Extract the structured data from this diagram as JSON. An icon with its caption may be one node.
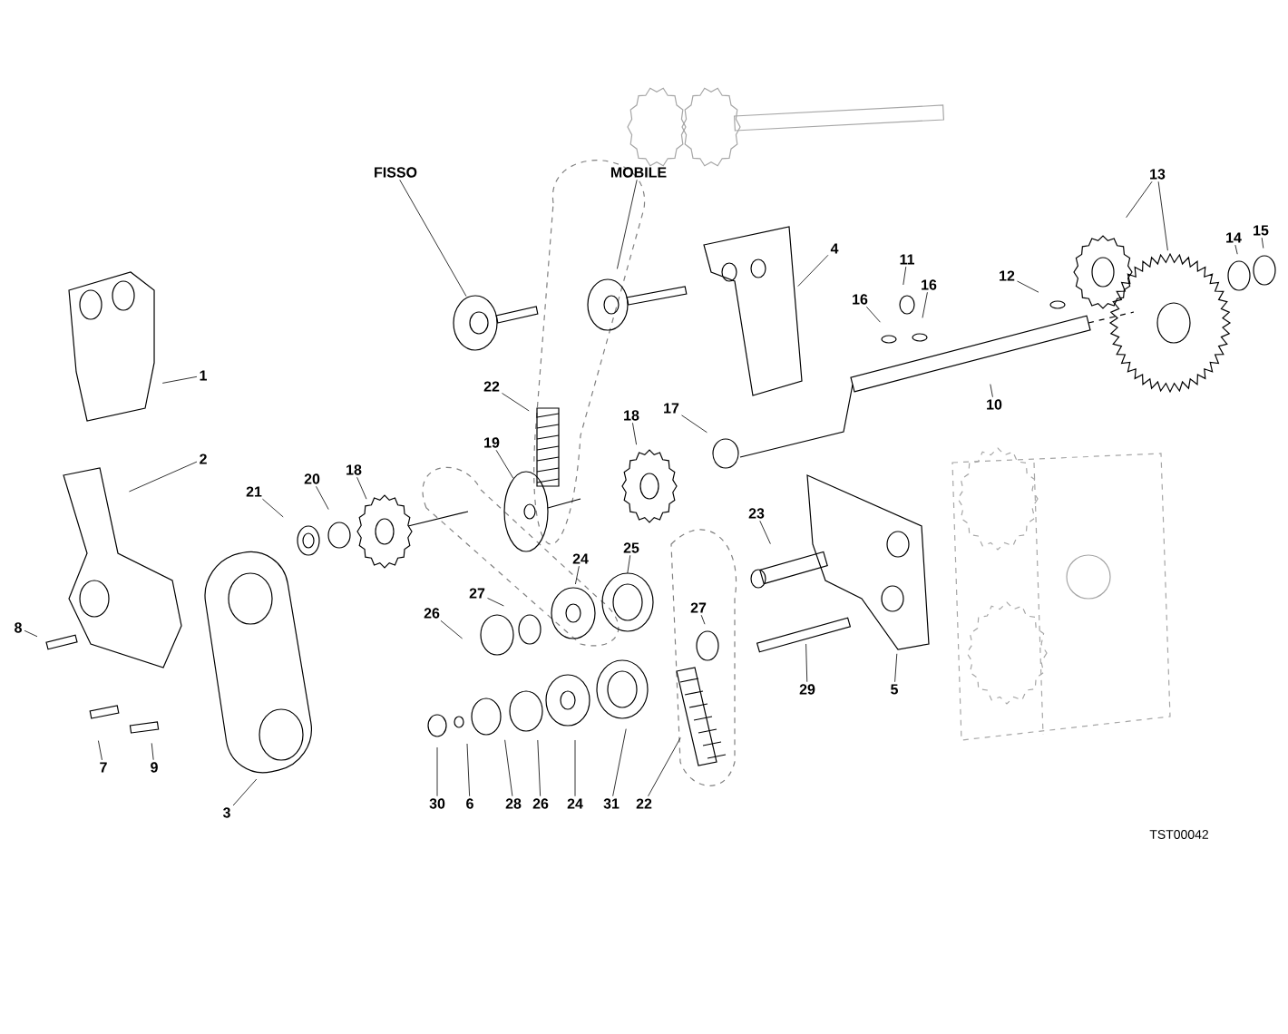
{
  "diagram": {
    "nodes": [
      {
        "text": [
          "FISSO"
        ]
      },
      {
        "text": [
          "MOBILE"
        ]
      },
      {
        "text": [
          "13"
        ]
      },
      {
        "text": [
          "14"
        ]
      },
      {
        "text": [
          "15"
        ]
      },
      {
        "text": [
          "4"
        ]
      },
      {
        "text": [
          "11"
        ]
      },
      {
        "text": [
          "16"
        ]
      },
      {
        "text": [
          "12"
        ]
      },
      {
        "text": [
          "16"
        ]
      },
      {
        "text": [
          "1"
        ]
      },
      {
        "text": [
          "22"
        ]
      },
      {
        "text": [
          "10"
        ]
      },
      {
        "text": [
          "17"
        ]
      },
      {
        "text": [
          "18"
        ]
      },
      {
        "text": [
          "19"
        ]
      },
      {
        "text": [
          "2"
        ]
      },
      {
        "text": [
          "18"
        ]
      },
      {
        "text": [
          "20"
        ]
      },
      {
        "text": [
          "21"
        ]
      },
      {
        "text": [
          "23"
        ]
      },
      {
        "text": [
          "25"
        ]
      },
      {
        "text": [
          "24"
        ]
      },
      {
        "text": [
          "27"
        ]
      },
      {
        "text": [
          "26"
        ]
      },
      {
        "text": [
          "27"
        ]
      },
      {
        "text": [
          "8"
        ]
      },
      {
        "text": [
          "29"
        ]
      },
      {
        "text": [
          "5"
        ]
      },
      {
        "text": [
          "7"
        ]
      },
      {
        "text": [
          "9"
        ]
      },
      {
        "text": [
          "30"
        ]
      },
      {
        "text": [
          "6"
        ]
      },
      {
        "text": [
          "28"
        ]
      },
      {
        "text": [
          "26"
        ]
      },
      {
        "text": [
          "24"
        ]
      },
      {
        "text": [
          "31"
        ]
      },
      {
        "text": [
          "22"
        ]
      },
      {
        "text": [
          "3"
        ]
      }
    ],
    "edges": [
      {
        "from": 0,
        "to": null,
        "arrow": "none"
      },
      {
        "from": 1,
        "to": null,
        "arrow": "none"
      },
      {
        "from": 2,
        "to": null,
        "arrow": "none"
      },
      {
        "from": 2,
        "to": null,
        "arrow": "none"
      },
      {
        "from": 3,
        "to": null,
        "arrow": "none"
      },
      {
        "from": 4,
        "to": null,
        "arrow": "none"
      },
      {
        "from": 5,
        "to": null,
        "arrow": "none"
      },
      {
        "from": 6,
        "to": null,
        "arrow": "none"
      },
      {
        "from": 7,
        "to": null,
        "arrow": "none"
      },
      {
        "from": 8,
        "to": null,
        "arrow": "none"
      },
      {
        "from": 9,
        "to": null,
        "arrow": "none"
      },
      {
        "from": 10,
        "to": null,
        "arrow": "none"
      },
      {
        "from": 11,
        "to": null,
        "arrow": "none"
      },
      {
        "from": 12,
        "to": null,
        "arrow": "none"
      },
      {
        "from": 13,
        "to": null,
        "arrow": "none"
      },
      {
        "from": 14,
        "to": null,
        "arrow": "none"
      },
      {
        "from": 15,
        "to": null,
        "arrow": "none"
      },
      {
        "from": 16,
        "to": null,
        "arrow": "none"
      },
      {
        "from": 17,
        "to": null,
        "arrow": "none"
      },
      {
        "from": 18,
        "to": null,
        "arrow": "none"
      },
      {
        "from": 19,
        "to": null,
        "arrow": "none"
      },
      {
        "from": 20,
        "to": null,
        "arrow": "none"
      },
      {
        "from": 21,
        "to": null,
        "arrow": "none"
      },
      {
        "from": 22,
        "to": null,
        "arrow": "none"
      },
      {
        "from": 23,
        "to": null,
        "arrow": "none"
      },
      {
        "from": 24,
        "to": null,
        "arrow": "none"
      },
      {
        "from": 25,
        "to": null,
        "arrow": "none"
      },
      {
        "from": 26,
        "to": null,
        "arrow": "none"
      },
      {
        "from": 27,
        "to": null,
        "arrow": "none"
      },
      {
        "from": 28,
        "to": null,
        "arrow": "none"
      },
      {
        "from": 29,
        "to": null,
        "arrow": "none"
      },
      {
        "from": 30,
        "to": null,
        "arrow": "none"
      },
      {
        "from": 31,
        "to": null,
        "arrow": "none"
      },
      {
        "from": 32,
        "to": null,
        "arrow": "none"
      },
      {
        "from": 33,
        "to": null,
        "arrow": "none"
      },
      {
        "from": 34,
        "to": null,
        "arrow": "none"
      },
      {
        "from": 35,
        "to": null,
        "arrow": "none"
      },
      {
        "from": 36,
        "to": null,
        "arrow": "none"
      },
      {
        "from": 37,
        "to": null,
        "arrow": "none"
      },
      {
        "from": 38,
        "to": null,
        "arrow": "none"
      }
    ],
    "labels": [
      "TST00042"
    ]
  }
}
